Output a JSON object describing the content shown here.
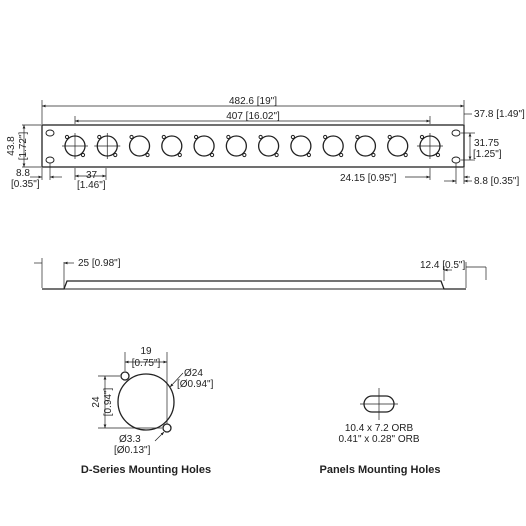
{
  "front_view": {
    "overall_width": "482.6 [19\"]",
    "hole_span": "407 [16.02\"]",
    "height_mm": "43.8",
    "height_in": "[1.72\"]",
    "ear_width": "37.8 [1.49\"]",
    "slot_vertical_mm": "31.75",
    "slot_vertical_in": "[1.25\"]",
    "left_slot_offset_mm": "8.8",
    "left_slot_offset_in": "[0.35\"]",
    "hole_pitch_mm": "37",
    "hole_pitch_in": "[1.46\"]",
    "edge_hole_offset": "24.15 [0.95\"]",
    "right_slot_offset": "8.8 [0.35\"]",
    "hole_count": 12
  },
  "side_view": {
    "flange_left": "25 [0.98\"]",
    "flange_right": "12.4 [0.5\"]"
  },
  "d_series": {
    "pitch_mm": "19",
    "pitch_in": "[0.75\"]",
    "diameter_mm": "Ø24",
    "diameter_in": "[Ø0.94\"]",
    "vertical_mm": "24",
    "vertical_in": "[0.94\"]",
    "small_hole_mm": "Ø3.3",
    "small_hole_in": "[Ø0.13\"]",
    "caption": "D-Series Mounting Holes"
  },
  "panel_holes": {
    "size_mm": "10.4 x 7.2 ORB",
    "size_in": "0.41\" x 0.28\" ORB",
    "caption": "Panels Mounting Holes"
  }
}
